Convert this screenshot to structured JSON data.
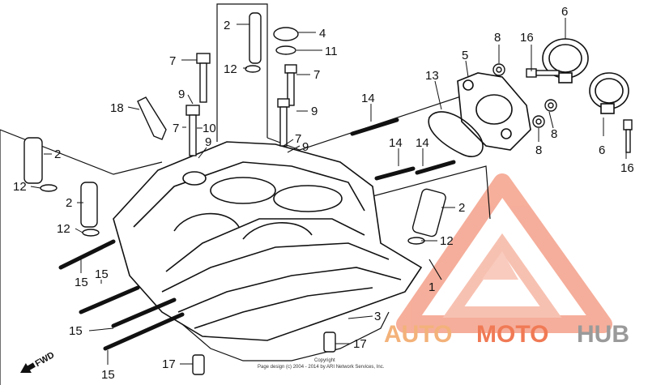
{
  "callouts": [
    {
      "id": "c2a",
      "text": "2"
    },
    {
      "id": "c4",
      "text": "4"
    },
    {
      "id": "c11",
      "text": "11"
    },
    {
      "id": "c7a",
      "text": "7"
    },
    {
      "id": "c12a",
      "text": "12"
    },
    {
      "id": "c7b",
      "text": "7"
    },
    {
      "id": "c8a",
      "text": "8"
    },
    {
      "id": "c16a",
      "text": "16"
    },
    {
      "id": "c6a",
      "text": "6"
    },
    {
      "id": "c5",
      "text": "5"
    },
    {
      "id": "c13",
      "text": "13"
    },
    {
      "id": "c9a",
      "text": "9"
    },
    {
      "id": "c18",
      "text": "18"
    },
    {
      "id": "c10",
      "text": "10"
    },
    {
      "id": "c7c",
      "text": "7"
    },
    {
      "id": "c14a",
      "text": "14"
    },
    {
      "id": "c9b",
      "text": "9"
    },
    {
      "id": "c7d",
      "text": "7"
    },
    {
      "id": "c9c",
      "text": "9"
    },
    {
      "id": "c9d",
      "text": "9"
    },
    {
      "id": "c2b",
      "text": "2"
    },
    {
      "id": "c12b",
      "text": "12"
    },
    {
      "id": "c2c",
      "text": "2"
    },
    {
      "id": "c12c",
      "text": "12"
    },
    {
      "id": "c14b",
      "text": "14"
    },
    {
      "id": "c14c",
      "text": "14"
    },
    {
      "id": "c8b",
      "text": "8"
    },
    {
      "id": "c8c",
      "text": "8"
    },
    {
      "id": "c6b",
      "text": "6"
    },
    {
      "id": "c16b",
      "text": "16"
    },
    {
      "id": "c2d",
      "text": "2"
    },
    {
      "id": "c12d",
      "text": "12"
    },
    {
      "id": "c1",
      "text": "1"
    },
    {
      "id": "c15a",
      "text": "15"
    },
    {
      "id": "c15b",
      "text": "15"
    },
    {
      "id": "c15c",
      "text": "15"
    },
    {
      "id": "c15d",
      "text": "15"
    },
    {
      "id": "c3",
      "text": "3"
    },
    {
      "id": "c17a",
      "text": "17"
    },
    {
      "id": "c17b",
      "text": "17"
    }
  ],
  "fwd_label": "FWD",
  "copyright": {
    "line1": "Copyright",
    "line2": "Page design (c) 2004 - 2014 by ARI Network Services, Inc."
  },
  "watermark": {
    "part1": "AUTO",
    "part2": "MOTO",
    "part3": "HUB",
    "color_primary": "#f07a55",
    "color_secondary": "#f3b27a",
    "color_hub": "#9a9a9a"
  }
}
